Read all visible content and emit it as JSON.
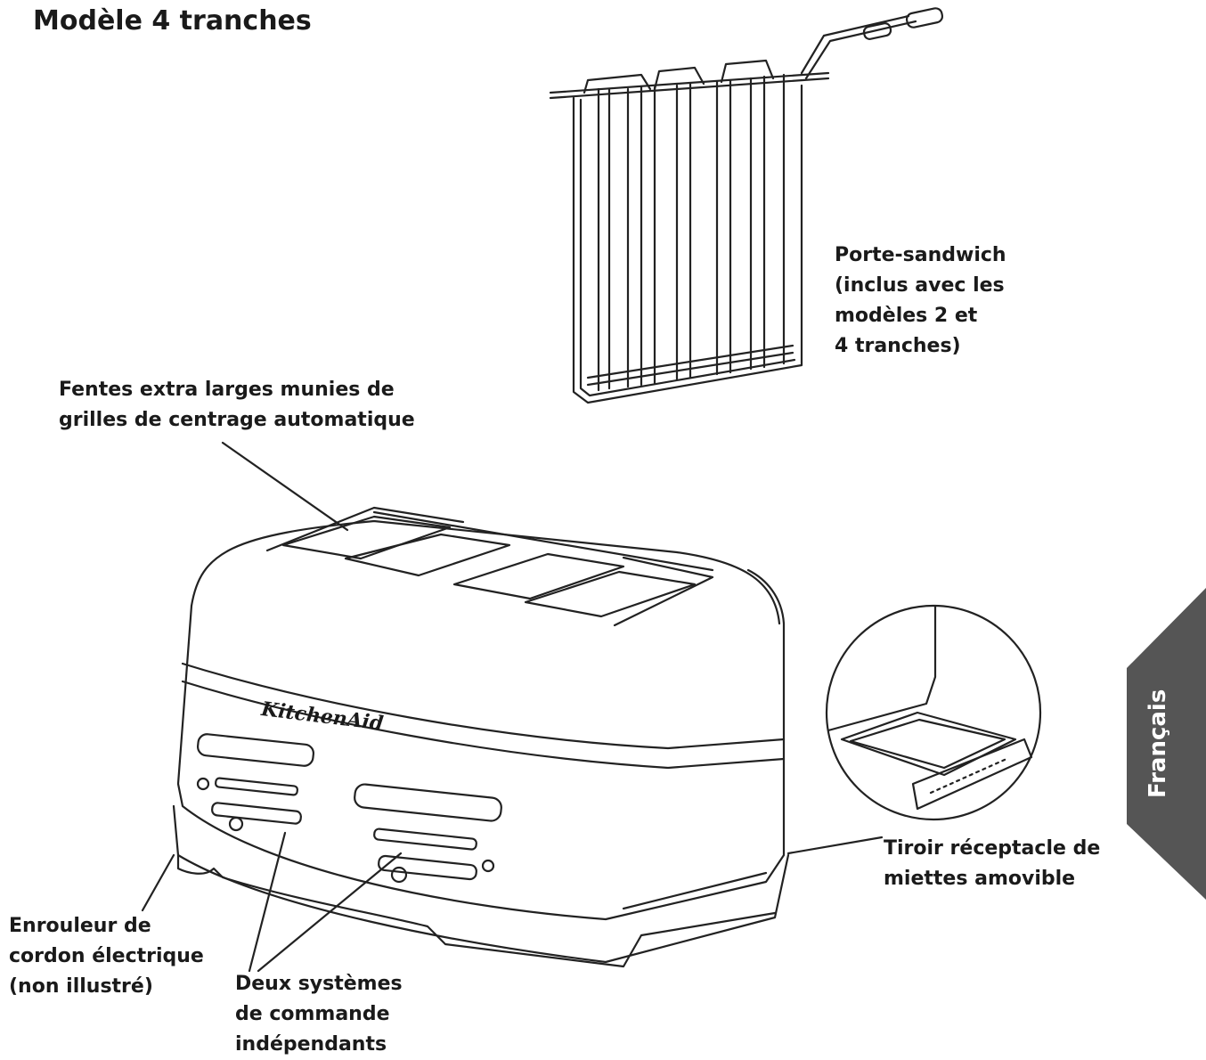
{
  "title": "Modèle 4 tranches",
  "labels": {
    "sandwich_rack": [
      "Porte-sandwich",
      "(inclus avec les",
      "modèles 2 et",
      "4 tranches)"
    ],
    "slots": [
      "Fentes extra larges munies de",
      "grilles de centrage automatique"
    ],
    "crumb_tray": [
      "Tiroir réceptacle de",
      "miettes amovible"
    ],
    "cord_wrap": [
      "Enrouleur de",
      "cordon électrique",
      "(non illustré)"
    ],
    "controls": [
      "Deux systèmes",
      "de commande",
      "indépendants"
    ]
  },
  "brand": "KitchenAid",
  "language_tab": "Français",
  "colors": {
    "tab": "#555555",
    "line": "#222222"
  }
}
